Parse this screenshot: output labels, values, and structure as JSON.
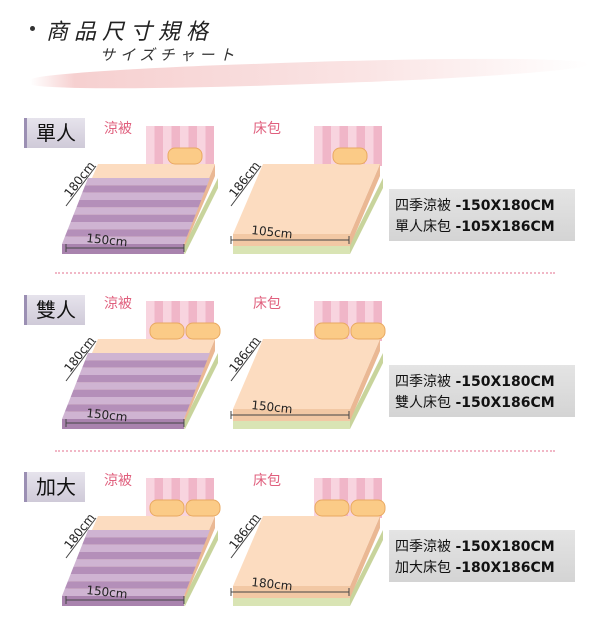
{
  "header": {
    "title_jp": "商品尺寸規格",
    "title_kana": "サイズチャート"
  },
  "sections": [
    {
      "label": "單人",
      "left_tag": "涼被",
      "right_tag": "床包",
      "left_length": "180cm",
      "left_width": "150cm",
      "right_length": "186cm",
      "right_width": "105cm",
      "pillows": 1,
      "info": {
        "row1_name": "四季涼被",
        "row1_size": "-150X180CM",
        "row2_name": "單人床包",
        "row2_size": "-105X186CM"
      }
    },
    {
      "label": "雙人",
      "left_tag": "涼被",
      "right_tag": "床包",
      "left_length": "180cm",
      "left_width": "150cm",
      "right_length": "186cm",
      "right_width": "150cm",
      "pillows": 2,
      "info": {
        "row1_name": "四季涼被",
        "row1_size": "-150X180CM",
        "row2_name": "雙人床包",
        "row2_size": "-150X186CM"
      }
    },
    {
      "label": "加大",
      "left_tag": "涼被",
      "right_tag": "床包",
      "left_length": "180cm",
      "left_width": "150cm",
      "right_length": "186cm",
      "right_width": "180cm",
      "pillows": 2,
      "info": {
        "row1_name": "四季涼被",
        "row1_size": "-150X180CM",
        "row2_name": "加大床包",
        "row2_size": "-180X186CM"
      }
    }
  ],
  "colors": {
    "headboard_stripe_light": "#f8d4df",
    "headboard_stripe_dark": "#f0b6c8",
    "quilt_light": "#cfb4d2",
    "quilt_dark": "#b48fb9",
    "sheet": "#fcdcc0",
    "sheet_side": "#f2c8a4",
    "base": "#d9e4b4",
    "pillow": "#fbcb87",
    "tag_pink": "#e0607e"
  }
}
